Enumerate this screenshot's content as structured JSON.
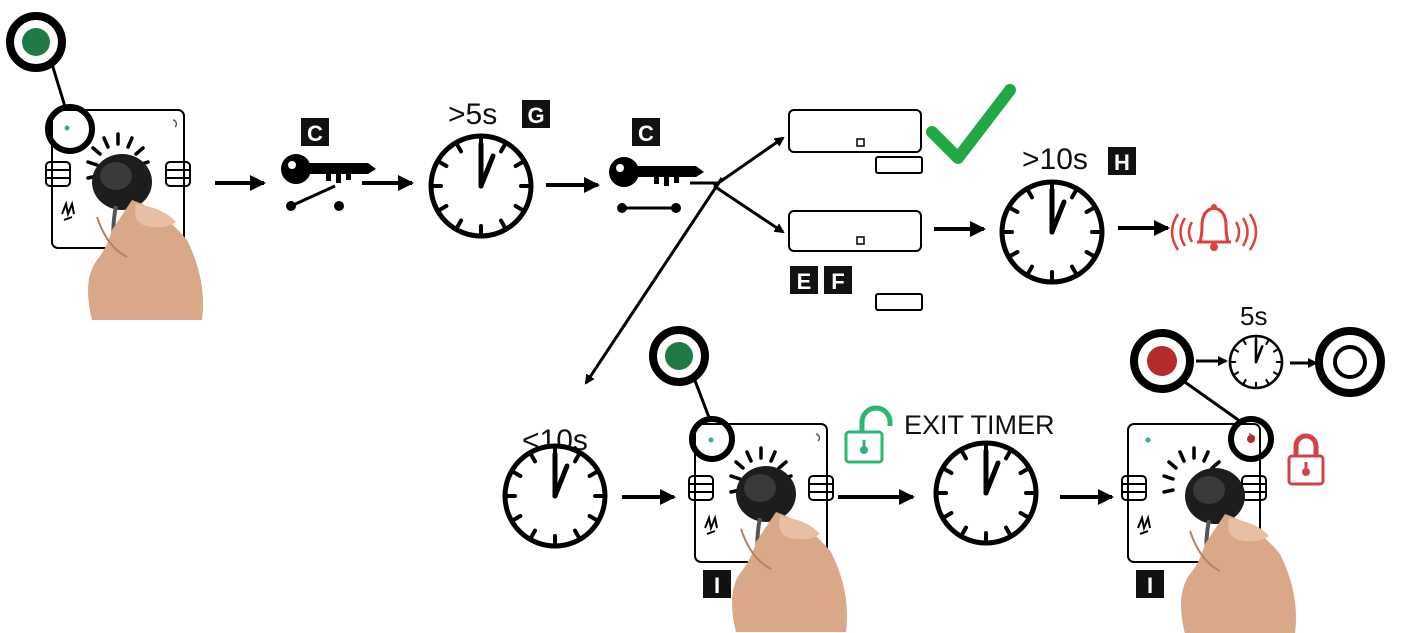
{
  "labels": {
    "timer_gt5": ">5s",
    "timer_gt10": ">10s",
    "timer_lt10": "<10s",
    "timer_5": "5s",
    "exit_timer": "EXIT TIMER"
  },
  "step_boxes": {
    "c1": "C",
    "g": "G",
    "c2": "C",
    "h": "H",
    "e": "E",
    "f": "F",
    "i1": "I",
    "i2": "I"
  },
  "icons": {
    "key": "key-icon",
    "clock": "clock-icon",
    "bell": "alarm-bell-icon",
    "check": "checkmark-icon",
    "unlock": "unlocked-padlock-icon",
    "lock": "locked-padlock-icon"
  },
  "colors": {
    "led_green": "#1f7a45",
    "led_red": "#b52a2a",
    "check_green": "#22a845",
    "alarm_red": "#e0403a",
    "unlock_green": "#2bb673",
    "lock_red": "#d2424a",
    "skin": "#d9a888"
  }
}
